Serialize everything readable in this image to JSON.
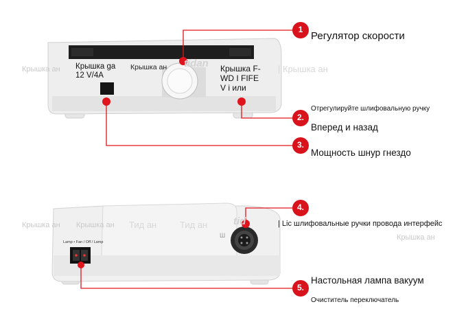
{
  "callouts": [
    {
      "number": "1",
      "text": "Регулятор скорости"
    },
    {
      "number": "2.",
      "text": "Вперед и назад",
      "subtext": "Отрегулируйте шлифовальную ручку"
    },
    {
      "number": "3.",
      "text": "Мощность шнур гнездо"
    },
    {
      "number": "4.",
      "text": "| Lic шлифовальные ручки провода интерфейс"
    },
    {
      "number": "5.",
      "text": "Настольная лампа вакуум",
      "subtext": "Очиститель переключатель"
    }
  ],
  "device_labels": {
    "power_label": "Крышка ga\n12 V/4A",
    "knob_label": "Крышка ан",
    "fwd_label": "Крышка F-\nWD I FIFE\nV i или",
    "switch_caption": "Lamp • Fan / Off / Lamp",
    "brand_top": "tidan",
    "brand_bottom": "tid",
    "socket_mark": "Ш"
  },
  "watermarks": {
    "top_left": "Крышка ан",
    "top_right": "| Крышка ан",
    "bottom_left1": "Крышка ан",
    "bottom_left2": "Крышка ан",
    "bottom_mid1": "Тид ан",
    "bottom_mid2": "Тид ан",
    "bottom_right": "Крышка ан"
  },
  "colors": {
    "accent_red": "#e0141c",
    "badge_red": "#d8131b",
    "device_body": "#ececec",
    "device_dark": "#1c1c1c"
  }
}
